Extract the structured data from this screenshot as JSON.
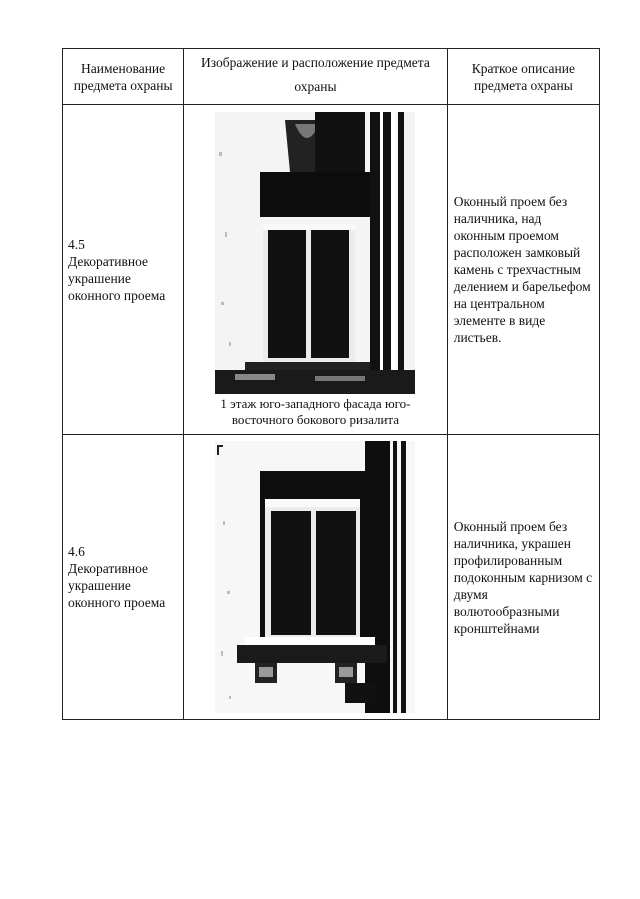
{
  "headers": {
    "name": "Наименование предмета охраны",
    "image": "Изображение и расположение предмета охраны",
    "description": "Краткое описание предмета охраны"
  },
  "rows": [
    {
      "number": "4.5",
      "name": "Декоративное украшение оконного проема",
      "caption": "1 этаж юго-западного фасада юго-восточного бокового ризалита",
      "description": "Оконный проем без наличника, над оконным проемом расположен замковый камень с трехчастным делением и барельефом на центральном элементе в виде листьев."
    },
    {
      "number": "4.6",
      "name": "Декоративное украшение оконного проема",
      "caption": "",
      "description": "Оконный проем без наличника, украшен профилированным подоконным карнизом с двумя волютообразными кронштейнами"
    }
  ]
}
